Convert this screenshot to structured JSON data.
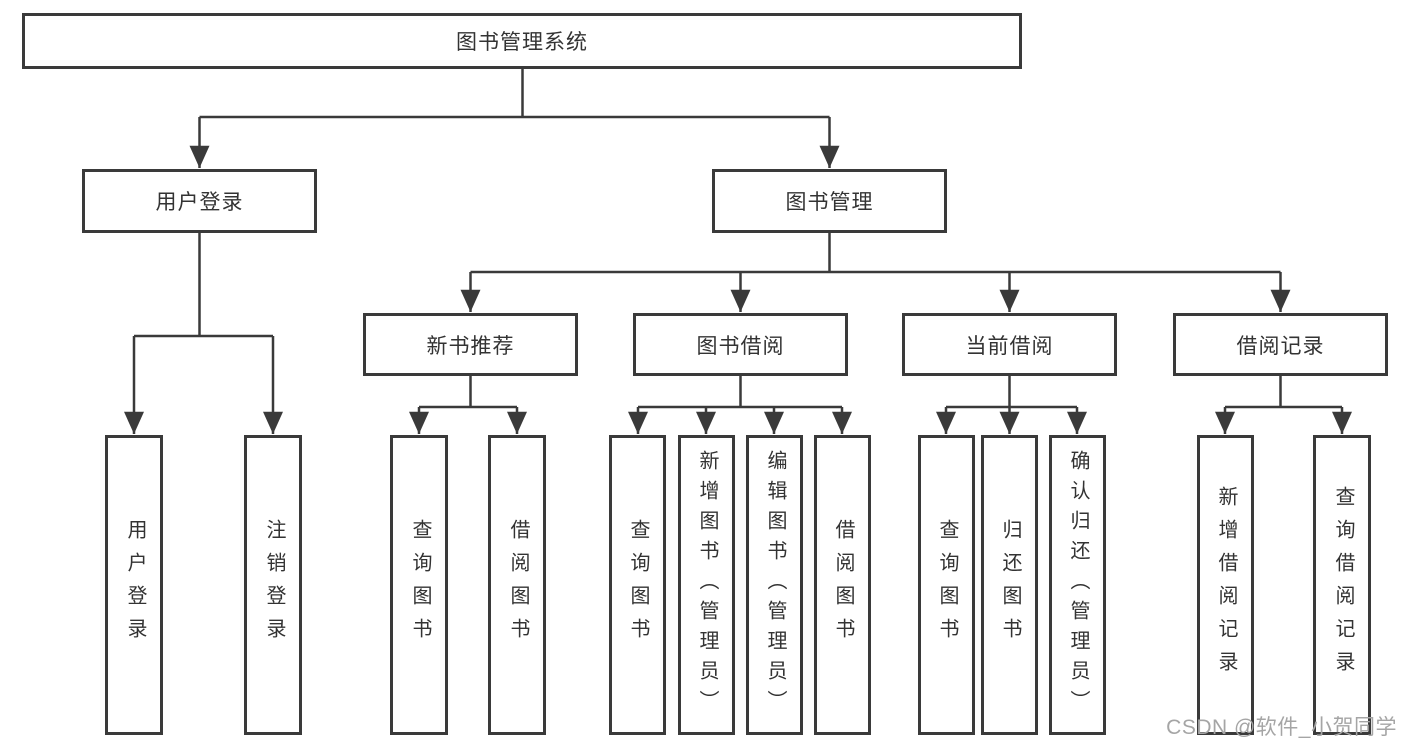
{
  "diagram": {
    "type": "functional-structure-tree",
    "root": {
      "label": "图书管理系统"
    },
    "level2": [
      {
        "label": "用户登录",
        "parent": "图书管理系统"
      },
      {
        "label": "图书管理",
        "parent": "图书管理系统"
      }
    ],
    "level3": [
      {
        "label": "新书推荐",
        "parent": "图书管理"
      },
      {
        "label": "图书借阅",
        "parent": "图书管理"
      },
      {
        "label": "当前借阅",
        "parent": "图书管理"
      },
      {
        "label": "借阅记录",
        "parent": "图书管理"
      }
    ],
    "leaves": [
      {
        "label": "用户登录",
        "parent": "用户登录"
      },
      {
        "label": "注销登录",
        "parent": "用户登录"
      },
      {
        "label": "查询图书",
        "parent": "新书推荐"
      },
      {
        "label": "借阅图书",
        "parent": "新书推荐"
      },
      {
        "label": "查询图书",
        "parent": "图书借阅"
      },
      {
        "label": "新增图书（管理员）",
        "parent": "图书借阅"
      },
      {
        "label": "编辑图书（管理员）",
        "parent": "图书借阅"
      },
      {
        "label": "借阅图书",
        "parent": "图书借阅"
      },
      {
        "label": "查询图书",
        "parent": "当前借阅"
      },
      {
        "label": "归还图书",
        "parent": "当前借阅"
      },
      {
        "label": "确认归还（管理员）",
        "parent": "当前借阅"
      },
      {
        "label": "新增借阅记录",
        "parent": "借阅记录"
      },
      {
        "label": "查询借阅记录",
        "parent": "借阅记录"
      }
    ]
  },
  "watermark": {
    "text": "CSDN @软件_小贺同学"
  },
  "colors": {
    "background": "#ffffff",
    "line": "#3a3a3a",
    "box_border": "#3a3a3a",
    "text": "#333333",
    "watermark": "#a5a5a5"
  }
}
